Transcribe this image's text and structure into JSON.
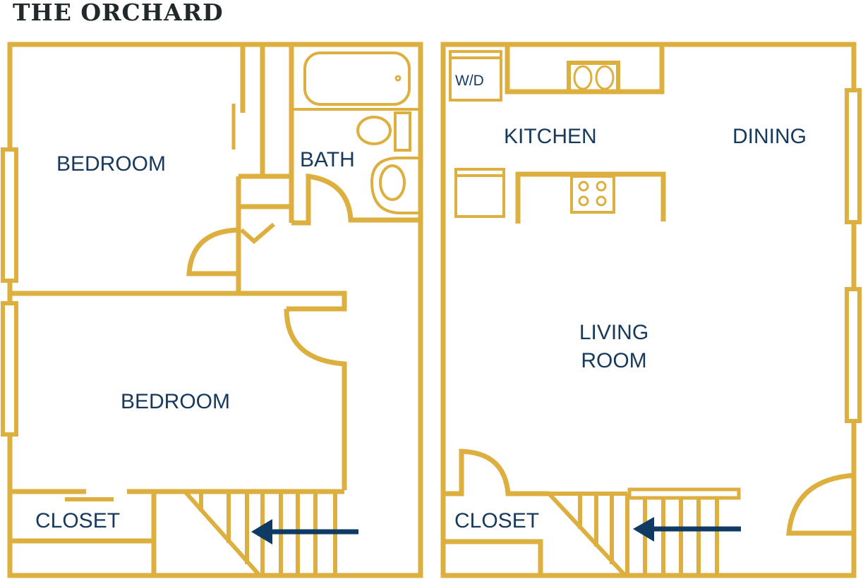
{
  "title": "THE ORCHARD",
  "colors": {
    "wall": "#DDAF3F",
    "label": "#16395C",
    "arrow": "#0E3A64",
    "title": "#22292B",
    "background": "#FFFFFF"
  },
  "floors": [
    {
      "name": "upper-floor",
      "rooms": [
        {
          "id": "bedroom-1",
          "label": "BEDROOM"
        },
        {
          "id": "bath",
          "label": "BATH"
        },
        {
          "id": "bedroom-2",
          "label": "BEDROOM"
        },
        {
          "id": "closet",
          "label": "CLOSET"
        }
      ],
      "stairs": {
        "arrow_direction": "left"
      }
    },
    {
      "name": "lower-floor",
      "rooms": [
        {
          "id": "wd",
          "label": "W/D"
        },
        {
          "id": "kitchen",
          "label": "KITCHEN"
        },
        {
          "id": "dining",
          "label": "DINING"
        },
        {
          "id": "living-room",
          "label_line1": "LIVING",
          "label_line2": "ROOM"
        },
        {
          "id": "closet",
          "label": "CLOSET"
        }
      ],
      "stairs": {
        "arrow_direction": "left"
      }
    }
  ]
}
